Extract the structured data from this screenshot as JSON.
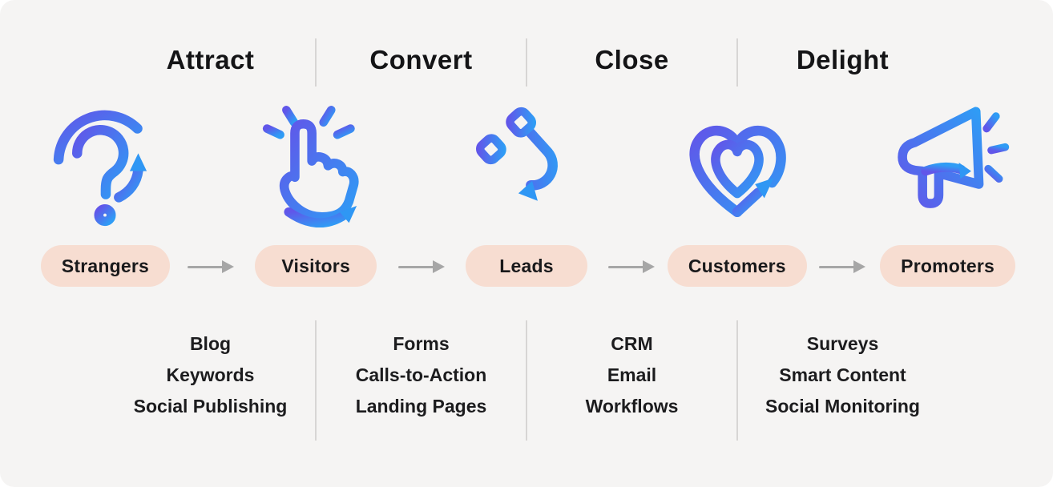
{
  "palette": {
    "background": "#f5f4f3",
    "icon_gradient_start": "#6156e9",
    "icon_gradient_end": "#2f9cf5",
    "solid_arrowhead_blue": "#2f97f4",
    "pill_background": "#f7ddd1",
    "text_dark": "#19191b",
    "divider_gray": "#d7d5d4",
    "flow_arrow_gray": "#a6a6a6"
  },
  "stages": [
    {
      "label": "Attract",
      "items": [
        "Blog",
        "Keywords",
        "Social Publishing"
      ]
    },
    {
      "label": "Convert",
      "items": [
        "Forms",
        "Calls-to-Action",
        "Landing Pages"
      ]
    },
    {
      "label": "Close",
      "items": [
        "CRM",
        "Email",
        "Workflows"
      ]
    },
    {
      "label": "Delight",
      "items": [
        "Surveys",
        "Smart Content",
        "Social Monitoring"
      ]
    }
  ],
  "personas": [
    {
      "label": "Strangers",
      "icon": "question-arrow-icon"
    },
    {
      "label": "Visitors",
      "icon": "tap-click-icon"
    },
    {
      "label": "Leads",
      "icon": "magnet-icon"
    },
    {
      "label": "Customers",
      "icon": "heart-loop-icon"
    },
    {
      "label": "Promoters",
      "icon": "megaphone-icon"
    }
  ]
}
